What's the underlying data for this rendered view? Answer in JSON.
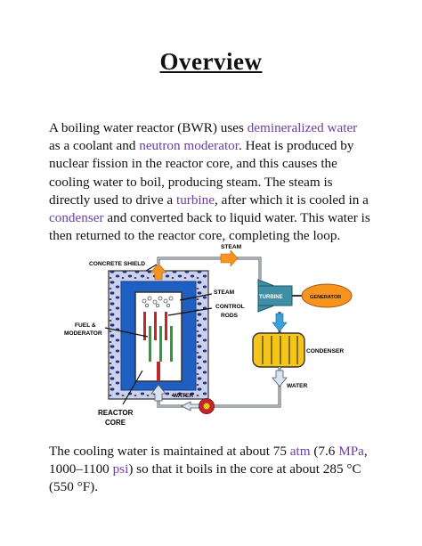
{
  "page": {
    "title": "Overview"
  },
  "para1": {
    "t1": "A boiling water reactor (BWR) uses ",
    "l1": "demineralized water",
    "t2": " as a coolant and ",
    "l2": "neutron moderator",
    "t3": ". Heat is produced by nuclear fission in the reactor core, and this causes the cooling water to boil, producing steam. The steam is directly used to drive a ",
    "l3": "turbine",
    "t4": ", after which it is cooled in a ",
    "l4": "condenser",
    "t5": " and converted back to liquid water. This water is then returned to the reactor core, completing the loop."
  },
  "diagram": {
    "steam_top": "STEAM",
    "concrete_shield": "CONCRETE SHIELD",
    "steam_inner": "STEAM",
    "turbine": "TURBINE",
    "generator": "GENERATOR",
    "control_rods_1": "CONTROL",
    "control_rods_2": "RODS",
    "fuel_1": "FUEL &",
    "fuel_2": "MODERATOR",
    "condenser": "CONDENSER",
    "water_right": "WATER",
    "water_bottom": "WATER",
    "reactor_core_1": "REACTOR",
    "reactor_core_2": "CORE",
    "colors": {
      "blue": "#1f5fc2",
      "red": "#c0272d",
      "green": "#2e9a3a",
      "teal": "#3e8fa6",
      "yellow": "#f5c518",
      "orange": "#f7941d",
      "shield_speckle": "#2a2f7a"
    }
  },
  "para2": {
    "t1": "The cooling water is maintained at about 75 ",
    "l1": "atm",
    "t2": " (7.6 ",
    "l2": "MPa",
    "t3": ", 1000–1100 ",
    "l3": "psi",
    "t4": ") so that it boils in the core at about 285 °C (550 °F)."
  }
}
